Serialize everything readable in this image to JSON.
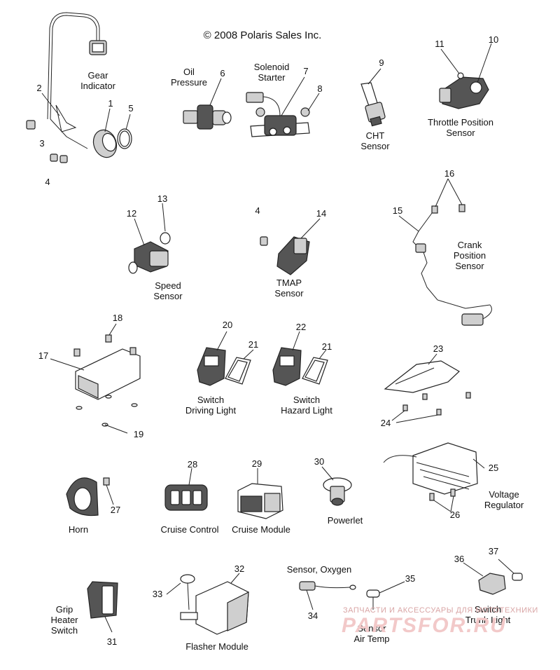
{
  "copyright": "© 2008 Polaris Sales Inc.",
  "watermark": {
    "line1": "ЗАПЧАСТИ И АКСЕССУАРЫ ДЛЯ МОТОТЕХНИКИ",
    "line2": "PARTSFOR.RU"
  },
  "labels": {
    "gear_indicator": [
      "Gear",
      "Indicator"
    ],
    "oil_pressure": [
      "Oil",
      "Pressure"
    ],
    "solenoid_starter": [
      "Solenoid",
      "Starter"
    ],
    "cht_sensor": [
      "CHT",
      "Sensor"
    ],
    "throttle_position_sensor": [
      "Throttle Position",
      "Sensor"
    ],
    "speed_sensor": [
      "Speed",
      "Sensor"
    ],
    "tmap_sensor": [
      "TMAP",
      "Sensor"
    ],
    "crank_position_sensor": [
      "Crank",
      "Position",
      "Sensor"
    ],
    "switch_driving_light": [
      "Switch",
      "Driving Light"
    ],
    "switch_hazard_light": [
      "Switch",
      "Hazard Light"
    ],
    "voltage_regulator": [
      "Voltage",
      "Regulator"
    ],
    "horn": [
      "Horn"
    ],
    "cruise_control": [
      "Cruise Control"
    ],
    "cruise_module": [
      "Cruise Module"
    ],
    "powerlet": [
      "Powerlet"
    ],
    "sensor_oxygen": [
      "Sensor, Oxygen"
    ],
    "grip_heater_switch": [
      "Grip",
      "Heater",
      "Switch"
    ],
    "flasher_module": [
      "Flasher Module"
    ],
    "sensor_air_temp": [
      "Sensor",
      "Air Temp"
    ],
    "switch_trunk_light": [
      "Switch",
      "Trunk Light"
    ]
  },
  "callouts": [
    {
      "id": "c1",
      "text": "1"
    },
    {
      "id": "c2",
      "text": "2"
    },
    {
      "id": "c3",
      "text": "3"
    },
    {
      "id": "c4a",
      "text": "4"
    },
    {
      "id": "c5",
      "text": "5"
    },
    {
      "id": "c6",
      "text": "6"
    },
    {
      "id": "c7",
      "text": "7"
    },
    {
      "id": "c8",
      "text": "8"
    },
    {
      "id": "c9",
      "text": "9"
    },
    {
      "id": "c10",
      "text": "10"
    },
    {
      "id": "c11",
      "text": "11"
    },
    {
      "id": "c12",
      "text": "12"
    },
    {
      "id": "c13",
      "text": "13"
    },
    {
      "id": "c4b",
      "text": "4"
    },
    {
      "id": "c14",
      "text": "14"
    },
    {
      "id": "c15",
      "text": "15"
    },
    {
      "id": "c16",
      "text": "16"
    },
    {
      "id": "c17",
      "text": "17"
    },
    {
      "id": "c18",
      "text": "18"
    },
    {
      "id": "c19",
      "text": "19"
    },
    {
      "id": "c20",
      "text": "20"
    },
    {
      "id": "c21a",
      "text": "21"
    },
    {
      "id": "c22",
      "text": "22"
    },
    {
      "id": "c21b",
      "text": "21"
    },
    {
      "id": "c23",
      "text": "23"
    },
    {
      "id": "c24",
      "text": "24"
    },
    {
      "id": "c25",
      "text": "25"
    },
    {
      "id": "c26",
      "text": "26"
    },
    {
      "id": "c27",
      "text": "27"
    },
    {
      "id": "c28",
      "text": "28"
    },
    {
      "id": "c29",
      "text": "29"
    },
    {
      "id": "c30",
      "text": "30"
    },
    {
      "id": "c31",
      "text": "31"
    },
    {
      "id": "c32",
      "text": "32"
    },
    {
      "id": "c33",
      "text": "33"
    },
    {
      "id": "c34",
      "text": "34"
    },
    {
      "id": "c35",
      "text": "35"
    },
    {
      "id": "c36",
      "text": "36"
    },
    {
      "id": "c37",
      "text": "37"
    }
  ]
}
